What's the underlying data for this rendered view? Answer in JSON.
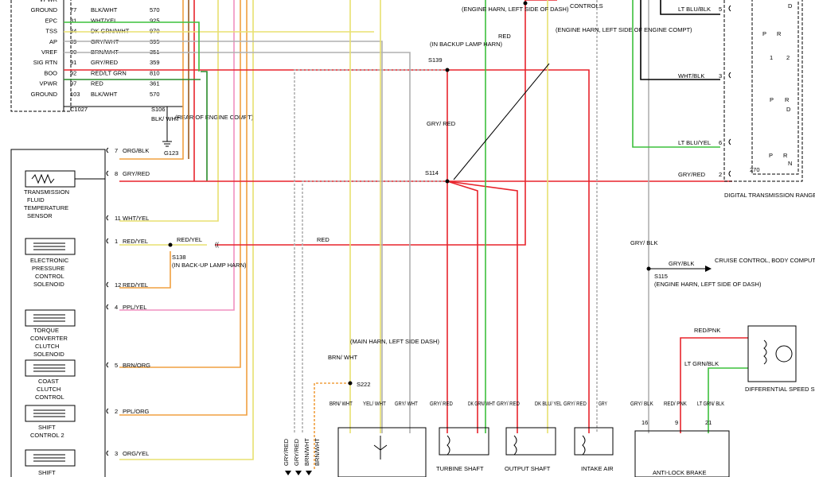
{
  "colors": {
    "red": "#e8242c",
    "gray": "#b0b0b0",
    "green": "#3cc03c",
    "yellow": "#e8e070",
    "orange": "#f0a040",
    "pink": "#f090c0",
    "darkgreen": "#2a8a2a",
    "black": "#000000",
    "brown": "#9a5a20",
    "lightgreen": "#a8e890",
    "blue": "#2858c8"
  },
  "pcm": {
    "rows": [
      {
        "label": "VPWR",
        "pin": "",
        "wire": "",
        "circuit": ""
      },
      {
        "label": "GROUND",
        "pin": "77",
        "wire": "BLK/WHT",
        "circuit": "570"
      },
      {
        "label": "EPC",
        "pin": "81",
        "wire": "WHT/YEL",
        "circuit": "925"
      },
      {
        "label": "TSS",
        "pin": "84",
        "wire": "DK GRN/WHT",
        "circuit": "970"
      },
      {
        "label": "AP",
        "pin": "89",
        "wire": "GRY/WHT",
        "circuit": "395"
      },
      {
        "label": "VREF",
        "pin": "90",
        "wire": "BRN/WHT",
        "circuit": "351"
      },
      {
        "label": "SIG RTN",
        "pin": "91",
        "wire": "GRY/RED",
        "circuit": "359"
      },
      {
        "label": "BOO",
        "pin": "92",
        "wire": "RED/LT GRN",
        "circuit": "810"
      },
      {
        "label": "VPWR",
        "pin": "97",
        "wire": "RED",
        "circuit": "361"
      },
      {
        "label": "GROUND",
        "pin": "103",
        "wire": "BLK/WHT",
        "circuit": "570"
      }
    ],
    "connector": "C1027",
    "splice_s106": "S106",
    "s106_wire": "BLK/ WHT",
    "s106_note": "(REAR OF ENGINE COMPT)",
    "ground": "G123"
  },
  "trans_pins": [
    {
      "pin": "7",
      "wire": "ORG/BLK"
    },
    {
      "pin": "8",
      "wire": "GRY/RED"
    },
    {
      "pin": "11",
      "wire": "WHT/YEL"
    },
    {
      "pin": "1",
      "wire": "RED/YEL"
    },
    {
      "pin": "12",
      "wire": "RED/YEL"
    },
    {
      "pin": "4",
      "wire": "PPL/YEL"
    },
    {
      "pin": "5",
      "wire": "BRN/ORG"
    },
    {
      "pin": "2",
      "wire": "PPL/ORG"
    },
    {
      "pin": "3",
      "wire": "ORG/YEL"
    }
  ],
  "components": {
    "tft": "TRANSMISSION FLUID TEMPERATURE SENSOR",
    "epc": "ELECTRONIC PRESSURE CONTROL SOLENOID",
    "tcc": "TORQUE CONVERTER CLUTCH SOLENOID",
    "ccc": "COAST CLUTCH CONTROL",
    "sc2": "SHIFT CONTROL 2",
    "shift": "SHIFT"
  },
  "splices": {
    "s138": "S138",
    "s138_note": "(IN BACK-UP LAMP HARN)",
    "s138_wire": "RED/YEL",
    "s139": "S139",
    "s139_note": "(IN BACKUP LAMP HARN)",
    "s114": "S114",
    "s114_note": "(ENGINE HARN, LEFT SIDE OF ENGINE COMPT)",
    "gry_red": "GRY/ RED",
    "top_note": "(ENGINE HARN, LEFT SIDE OF DASH)",
    "controls": "CONTROLS",
    "red": "RED",
    "s222": "S222",
    "s222_note": "(MAIN HARN, LEFT SIDE DASH)",
    "brn_wht": "BRN/ WHT",
    "s115": "S115",
    "s115_note": "(ENGINE HARN, LEFT SIDE OF DASH)",
    "s115_wire": "GRY/BLK",
    "s115_dest": "CRUISE CONTROL, BODY COMPUTER, INSTRUMENT CLUSTER",
    "gry_blk": "GRY/ BLK"
  },
  "bottom": {
    "columns": [
      {
        "wire": "BRN/ WHT"
      },
      {
        "wire": "YEL/ WHT"
      },
      {
        "wire": "GRY/ WHT"
      },
      {
        "wire": "GRY/ RED"
      },
      {
        "wire": "DK GRN/ WHT"
      },
      {
        "wire": "GRY/ RED"
      },
      {
        "wire": "DK BLU/ YEL"
      },
      {
        "wire": "GRY/ RED"
      },
      {
        "wire": "GRY"
      },
      {
        "wire": "GRY/ BLK"
      },
      {
        "wire": "RED/ PNK"
      },
      {
        "wire": "LT GRN/ BLK"
      }
    ],
    "vertical_labels": [
      "GRY/RED",
      "GRY/RED",
      "BRN/WHT",
      "BRN/WHT"
    ],
    "labels": {
      "turbine": "TURBINE SHAFT",
      "output": "OUTPUT SHAFT",
      "intake": "INTAKE AIR",
      "abs": "ANTI-LOCK BRAKE"
    },
    "abs_pins": [
      "16",
      "9",
      "21"
    ]
  },
  "range_sensor": {
    "pins": [
      {
        "pin": "5",
        "wire": "LT BLU/BLK"
      },
      {
        "pin": "3",
        "wire": "WHT/BLK"
      },
      {
        "pin": "6",
        "wire": "LT BLU/YEL"
      },
      {
        "pin": "2",
        "wire": "GRY/RED"
      }
    ],
    "resistor": "270",
    "name": "DIGITAL TRANSMISSION RANGE SENSOR (LEFT SIDE OF TRANSMISSION)",
    "positions": [
      "D",
      "P",
      "R",
      "1",
      "2",
      "P",
      "R",
      "D",
      "P",
      "R",
      "N"
    ]
  },
  "diff_sensor": {
    "wire1": "RED/PNK",
    "wire2": "LT GRN/BLK",
    "name": "DIFFERENTIAL SPEED SENSOR (CENTER OF REAR AXLE)"
  }
}
